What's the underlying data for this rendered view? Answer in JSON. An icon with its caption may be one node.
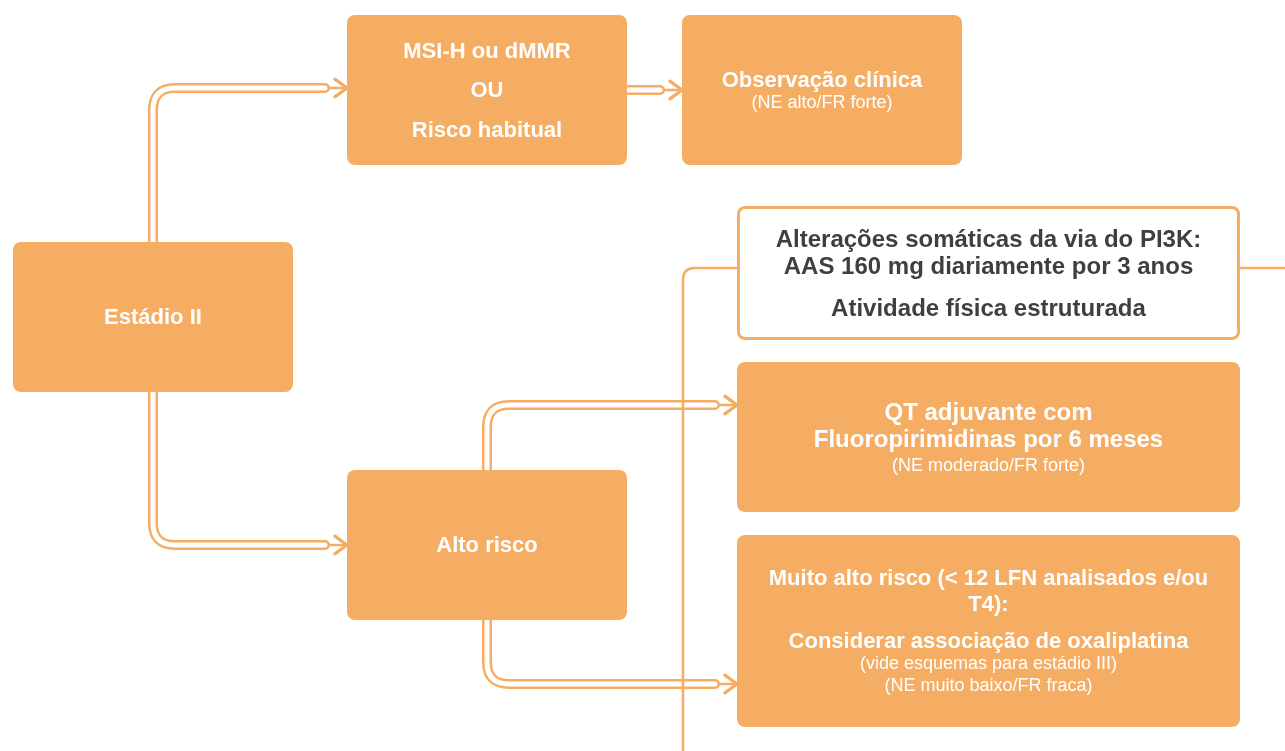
{
  "diagram": {
    "nodes": [
      {
        "text": [
          "Estádio II"
        ]
      },
      {
        "text": [
          "MSI-H ou dMMR",
          "OU",
          "Risco habitual"
        ]
      },
      {
        "text": [
          "Observação clínica",
          "(NE alto/FR forte)"
        ]
      },
      {
        "text": [
          "Alterações somáticas da via do PI3K: AAS 160 mg diariamente por 3 anos",
          "Atividade física estruturada"
        ]
      },
      {
        "text": [
          "QT adjuvante com Fluoropirimidinas por 6 meses",
          "(NE moderado/FR forte)"
        ]
      },
      {
        "text": [
          "Alto risco"
        ]
      },
      {
        "text": [
          "Muito alto risco (< 12 LFN analisados e/ou T4):",
          "Considerar associação de oxaliplatina",
          "(vide esquemas para estádio III)",
          "(NE muito baixo/FR fraca)"
        ]
      }
    ],
    "edges": [
      {
        "from": 0,
        "to": 1,
        "arrow": "to"
      },
      {
        "from": 1,
        "to": 2,
        "arrow": "to"
      },
      {
        "from": 0,
        "to": 5,
        "arrow": "to"
      },
      {
        "from": 5,
        "to": 4,
        "arrow": "to"
      },
      {
        "from": 5,
        "to": 6,
        "arrow": "to"
      },
      {
        "from": 3,
        "to": null,
        "arrow": "none"
      },
      {
        "from": 3,
        "to": null,
        "arrow": "none"
      }
    ]
  }
}
